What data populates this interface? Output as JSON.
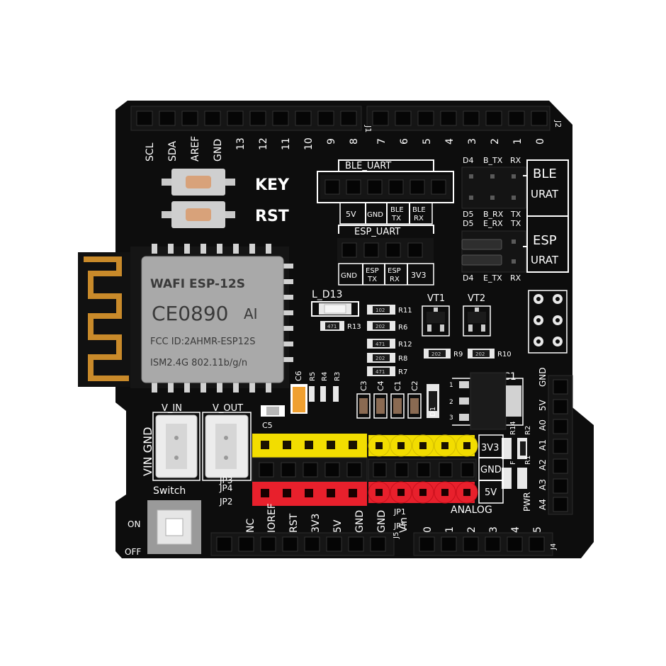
{
  "colors": {
    "board": "#0d0d0d",
    "silkscreen": "#ffffff",
    "header_yellow": "#f2dd00",
    "header_black": "#151515",
    "header_red": "#e8202c",
    "shield_metal": "#a9a9a9",
    "antenna_gold": "#c98a2a",
    "button_copper": "#d8a27a"
  },
  "labels": {
    "top_left_pins": [
      "SCL",
      "SDA",
      "AREF",
      "GND",
      "13",
      "12",
      "11",
      "10",
      "9",
      "8"
    ],
    "top_right_pins": [
      "7",
      "6",
      "5",
      "4",
      "3",
      "2",
      "1",
      "0"
    ],
    "j1": "J1",
    "j2": "J2",
    "key": "KEY",
    "rst": "RST",
    "ble_uart": "BLE_UART",
    "esp_uart": "ESP_UART",
    "ble_pin_5v": "5V",
    "ble_pin_gnd": "GND",
    "ble_pin_tx_1": "BLE",
    "ble_pin_tx_2": "TX",
    "ble_pin_rx_1": "BLE",
    "ble_pin_rx_2": "RX",
    "esp_pin_gnd": "GND",
    "esp_pin_tx_1": "ESP",
    "esp_pin_tx_2": "TX",
    "esp_pin_rx_1": "ESP",
    "esp_pin_rx_2": "RX",
    "esp_pin_3v3": "3V3",
    "jp_top_d4": "D4",
    "jp_top_btx": "B_TX",
    "jp_top_rx": "RX",
    "jp_mid_d5": "D5",
    "jp_mid_brx": "B_RX",
    "jp_mid_tx": "TX",
    "jp_mid2_d5": "D5",
    "jp_mid2_erx": "E_RX",
    "jp_mid2_tx": "TX",
    "jp_bot_d4": "D4",
    "jp_bot_etx": "E_TX",
    "jp_bot_rx": "RX",
    "box_ble_1": "BLE",
    "box_ble_2": "URAT",
    "box_esp_1": "ESP",
    "box_esp_2": "URAT",
    "led": "L_D13",
    "vt1": "VT1",
    "vt2": "VT2",
    "ic1": "IC1",
    "r11": "R11",
    "r13": "R13",
    "r6": "R6",
    "r12": "R12",
    "r8": "R8",
    "r7": "R7",
    "r9": "R9",
    "r10": "R10",
    "r5": "R5",
    "r4": "R4",
    "r3": "R3",
    "r14": "R14",
    "r2": "R2",
    "r1": "R1",
    "c6": "C6",
    "c5": "C5",
    "c3": "C3",
    "c4": "C4",
    "c1": "C1",
    "c2": "C2",
    "d1": "D1",
    "f": "F",
    "pwr": "PWR",
    "jp2": "JP2",
    "jp2_pins": [
      "GND",
      "5V",
      "A0",
      "A1",
      "A2",
      "A3",
      "A4"
    ],
    "ic_pins": [
      "1",
      "2",
      "3"
    ],
    "v_in": "V_IN",
    "v_out": "V_OUT",
    "vin_gnd": "VIN GND",
    "switch": "Switch",
    "on": "ON",
    "off": "OFF",
    "jp4": "JP4",
    "jp3": "JP3",
    "jp2_small": "JP2",
    "rail_3v3": "3V3",
    "rail_gnd": "GND",
    "rail_5v": "5V",
    "analog": "ANALOG",
    "bottom_power_pins": [
      "NC",
      "IOREF",
      "RST",
      "3V3",
      "5V",
      "GND",
      "GND",
      "Vin"
    ],
    "jp1": "JP1",
    "jp5": "JP5",
    "j5": "J5",
    "j4": "J4",
    "bottom_analog_pins": [
      "0",
      "1",
      "2",
      "3",
      "4",
      "5"
    ],
    "module_brand": "WAFI ESP-12S",
    "module_ce": "CE0890",
    "module_ai": "AI",
    "module_fcc": "FCC ID:2AHMR-ESP12S",
    "module_ism": "ISM2.4G 802.11b/g/n",
    "resistor_codes": [
      "102",
      "471",
      "202",
      "471",
      "202",
      "471",
      "202",
      "202"
    ]
  }
}
